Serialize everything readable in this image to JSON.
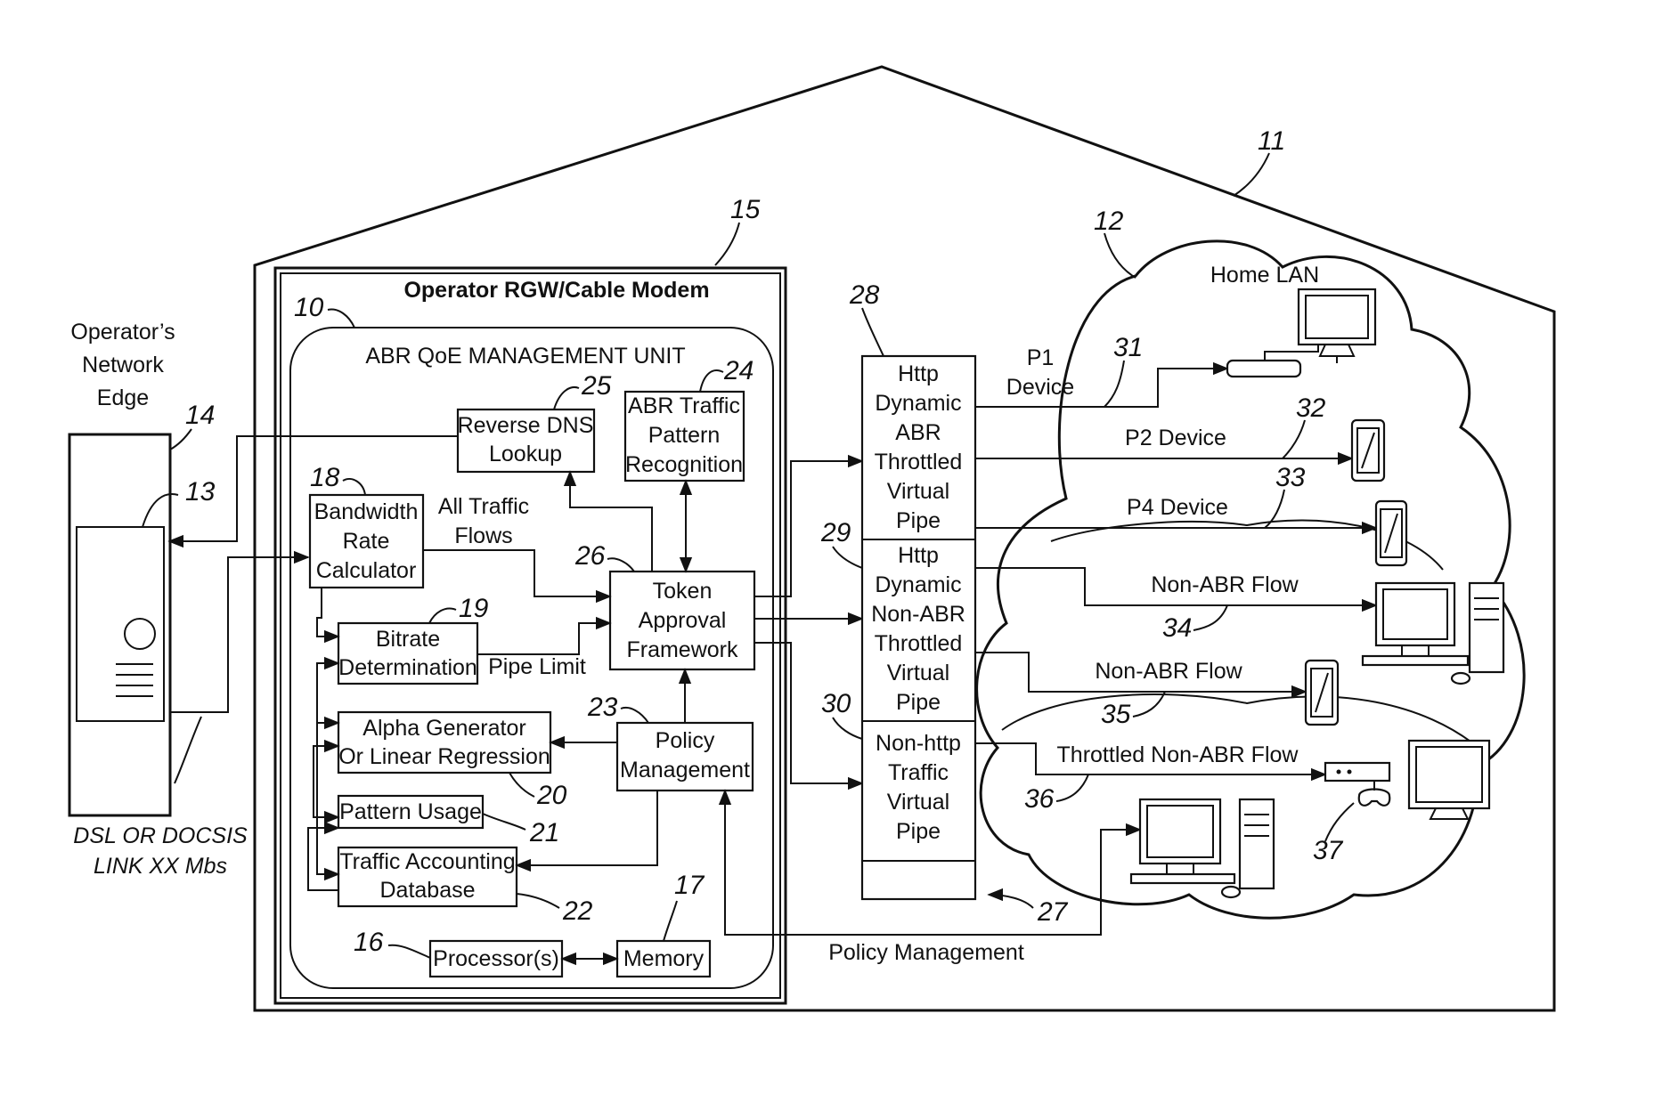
{
  "labels": {
    "operator_edge": [
      "Operator’s",
      "Network",
      "Edge"
    ],
    "dsl_link": [
      "DSL OR DOCSIS",
      "LINK XX Mbs"
    ],
    "rgw_title": "Operator RGW/Cable Modem",
    "abr_unit_title": "ABR QoE MANAGEMENT UNIT",
    "all_traffic": [
      "All Traffic",
      "Flows"
    ],
    "pipe_limit": "Pipe Limit",
    "policy_management_bottom": "Policy Management",
    "home_lan": "Home LAN",
    "p1_device": [
      "P1",
      "Device"
    ],
    "p2_device": "P2 Device",
    "p4_device": "P4 Device",
    "non_abr_flow_1": "Non-ABR Flow",
    "non_abr_flow_2": "Non-ABR Flow",
    "throttled_flow": "Throttled Non-ABR Flow"
  },
  "boxes": {
    "reverse_dns": [
      "Reverse DNS",
      "Lookup"
    ],
    "abr_pattern": [
      "ABR Traffic",
      "Pattern",
      "Recognition"
    ],
    "bandwidth": [
      "Bandwidth",
      "Rate",
      "Calculator"
    ],
    "token": [
      "Token",
      "Approval",
      "Framework"
    ],
    "bitrate": [
      "Bitrate",
      "Determination"
    ],
    "alpha": [
      "Alpha Generator",
      "Or Linear Regression"
    ],
    "policy": [
      "Policy",
      "Management"
    ],
    "pattern_usage": [
      "Pattern Usage"
    ],
    "traffic_db": [
      "Traffic Accounting",
      "Database"
    ],
    "processor": [
      "Processor(s)"
    ],
    "memory": [
      "Memory"
    ],
    "pipe_abr": [
      "Http",
      "Dynamic",
      "ABR",
      "Throttled",
      "Virtual",
      "Pipe"
    ],
    "pipe_nonabr": [
      "Http",
      "Dynamic",
      "Non-ABR",
      "Throttled",
      "Virtual",
      "Pipe"
    ],
    "pipe_nonhttp": [
      "Non-http",
      "Traffic",
      "Virtual",
      "Pipe"
    ]
  },
  "refs": {
    "r10": "10",
    "r11": "11",
    "r12": "12",
    "r13": "13",
    "r14": "14",
    "r15": "15",
    "r16": "16",
    "r17": "17",
    "r18": "18",
    "r19": "19",
    "r20": "20",
    "r21": "21",
    "r22": "22",
    "r23": "23",
    "r24": "24",
    "r25": "25",
    "r26": "26",
    "r27": "27",
    "r28": "28",
    "r29": "29",
    "r30": "30",
    "r31": "31",
    "r32": "32",
    "r33": "33",
    "r34": "34",
    "r35": "35",
    "r36": "36",
    "r37": "37"
  }
}
